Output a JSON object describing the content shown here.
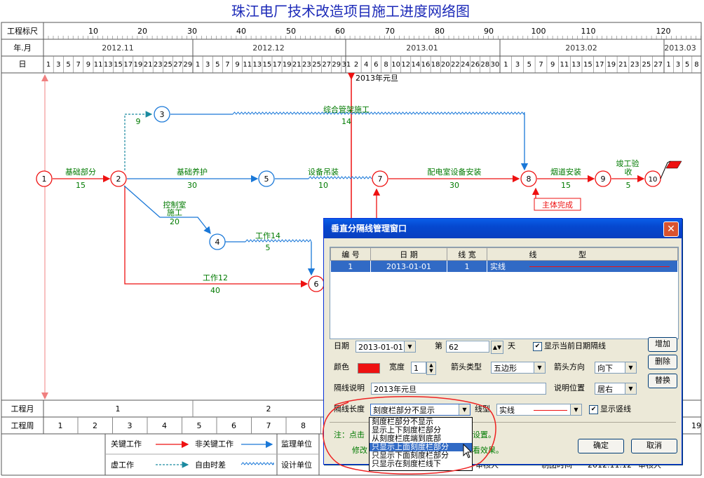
{
  "title": "珠江电厂技术改造项目施工进度网络图",
  "scale": {
    "row_labels": [
      "工程标尺",
      "年.月",
      "日"
    ],
    "ruler_ticks": [
      "10",
      "20",
      "30",
      "40",
      "50",
      "60",
      "70",
      "80",
      "90",
      "100",
      "110",
      "120"
    ],
    "months": [
      "2012.11",
      "2012.12",
      "2013.01",
      "2013.02",
      "2013.03"
    ],
    "days_nov": [
      "1",
      "3",
      "5",
      "7",
      "9",
      "11",
      "13",
      "15",
      "17",
      "19",
      "21",
      "23",
      "25",
      "27",
      "29"
    ],
    "days_dec": [
      "1",
      "3",
      "5",
      "7",
      "9",
      "11",
      "13",
      "15",
      "17",
      "19",
      "21",
      "23",
      "25",
      "27",
      "29",
      "31"
    ],
    "days_jan": [
      "2",
      "4",
      "6",
      "8",
      "10",
      "12",
      "14",
      "16",
      "18",
      "20",
      "22",
      "24",
      "26",
      "28",
      "30"
    ],
    "days_feb": [
      "1",
      "3",
      "5",
      "7",
      "9",
      "11",
      "13",
      "15",
      "17",
      "19",
      "21",
      "23",
      "25",
      "27"
    ],
    "days_mar": [
      "1",
      "3",
      "5",
      "8"
    ]
  },
  "vline_label": "2013年元旦",
  "nodes": [
    "1",
    "2",
    "3",
    "4",
    "5",
    "6",
    "7",
    "8",
    "9",
    "10"
  ],
  "tasks": [
    {
      "name": "基础部分",
      "dur": "15"
    },
    {
      "name": "基础养护",
      "dur": "30"
    },
    {
      "name": "设备吊装",
      "dur": "10"
    },
    {
      "name": "配电室设备安装",
      "dur": "30"
    },
    {
      "name": "烟道安装",
      "dur": "15"
    },
    {
      "name": "竣工验",
      "name2": "收",
      "dur": "5"
    },
    {
      "name": "综合管架施工",
      "dur": "14"
    },
    {
      "name": "控制室",
      "name2": "施工",
      "dur": "20"
    },
    {
      "name": "工作14",
      "dur": "5"
    },
    {
      "name": "工作12",
      "dur": "40"
    },
    {
      "name": "",
      "dur": "9"
    }
  ],
  "milestone_label": "主体完成",
  "bottom": {
    "month_row_label": "工程月",
    "week_row_label": "工程周",
    "months": [
      "1",
      "2"
    ],
    "weeks": [
      "1",
      "2",
      "3",
      "4",
      "5",
      "6",
      "7",
      "8"
    ],
    "week_right": "19",
    "legend": {
      "critical": "关键工作",
      "noncritical": "非关键工作",
      "supervisor": "监理单位",
      "virtual": "虚工作",
      "float": "自由时差",
      "designer": "设计单位"
    },
    "behind_fragments": [
      "审核人",
      "制图时间",
      "2012.11.12",
      "审核人"
    ]
  },
  "dialog": {
    "title": "垂直分隔线管理窗口",
    "columns": [
      "编 号",
      "日 期",
      "线 宽",
      "线",
      "型"
    ],
    "row": {
      "id": "1",
      "date": "2013-01-01",
      "width": "1",
      "type": "实线"
    },
    "date_label": "日期",
    "date_value": "2013-01-01",
    "nth_label": "第",
    "nth_value": "62",
    "day_unit": "天",
    "show_current": "显示当前日期隔线",
    "color_label": "颜色",
    "width_label": "宽度",
    "width_value": "1",
    "arrow_type_label": "箭头类型",
    "arrow_type_value": "五边形",
    "arrow_dir_label": "箭头方向",
    "arrow_dir_value": "向下",
    "desc_label": "隔线说明",
    "desc_value": "2013年元旦",
    "desc_pos_label": "说明位置",
    "desc_pos_value": "居右",
    "length_label": "隔线长度",
    "length_value": "刻度栏部分不显示",
    "linetype_label": "线型",
    "linetype_value": "实线",
    "show_vline": "显示竖线",
    "btn_add": "增加",
    "btn_delete": "删除",
    "btn_replace": "替换",
    "btn_ok": "确定",
    "btn_cancel": "取消",
    "note1": "注：点击",
    "note1_tail": "设置。",
    "note2": "修改",
    "note2_tail": "看效果。",
    "options": [
      "刻度栏部分不显示",
      "显示上下刻度栏部分",
      "从刻度栏底端到底部",
      "只显示上面刻度栏部分",
      "只显示下面刻度栏部分",
      "只显示在刻度栏线下"
    ],
    "highlight_index": 3
  },
  "colors": {
    "critical": "#ee1111",
    "noncritical": "#1a78d8",
    "green": "#007a00",
    "title": "#1c2ab8"
  }
}
